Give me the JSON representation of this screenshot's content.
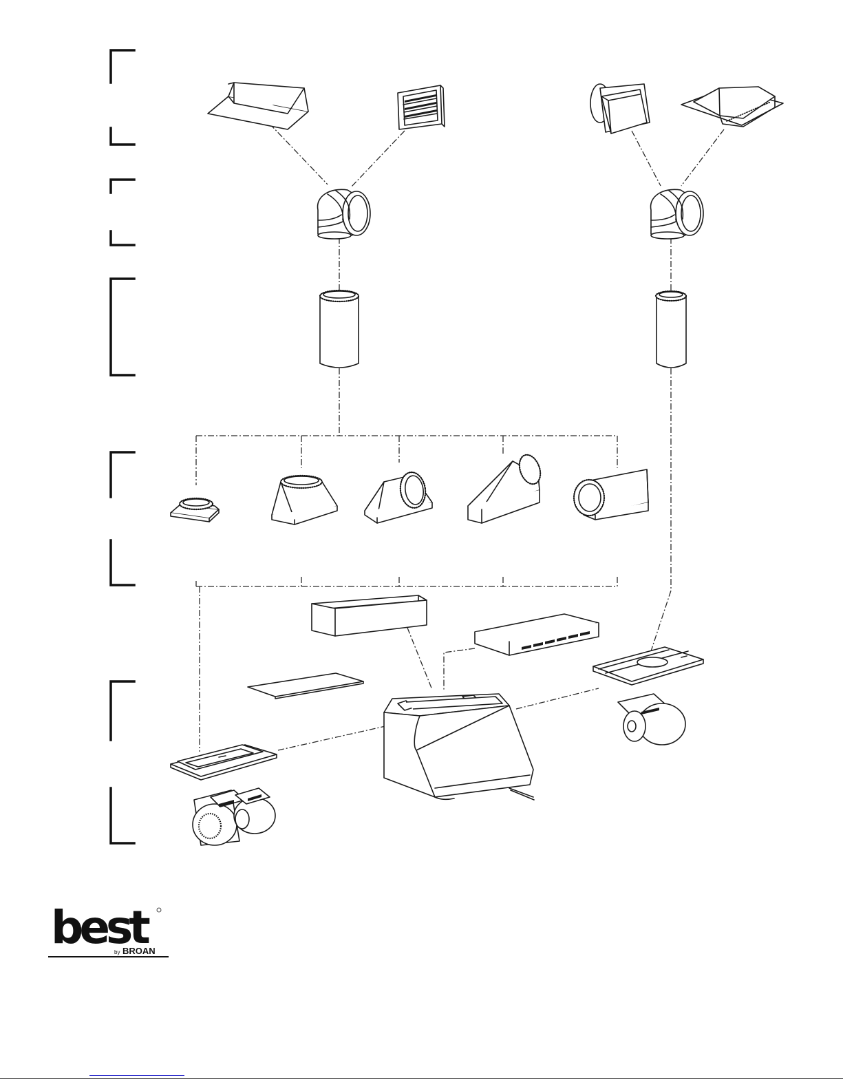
{
  "brand": {
    "logo_word": "best",
    "byline_prefix": "by",
    "byline_name": "BROAN"
  },
  "colors": {
    "ink": "#1a1a1a",
    "paper": "#ffffff",
    "link": "#3333cc"
  },
  "icons": [
    "roof-cap-icon",
    "wall-cap-louvered-icon",
    "wall-cap-damper-icon",
    "roof-cap-low-profile-icon",
    "elbow-90-icon",
    "round-duct-icon",
    "transition-icon",
    "range-hood-icon",
    "blower-icon",
    "liner-icon"
  ]
}
